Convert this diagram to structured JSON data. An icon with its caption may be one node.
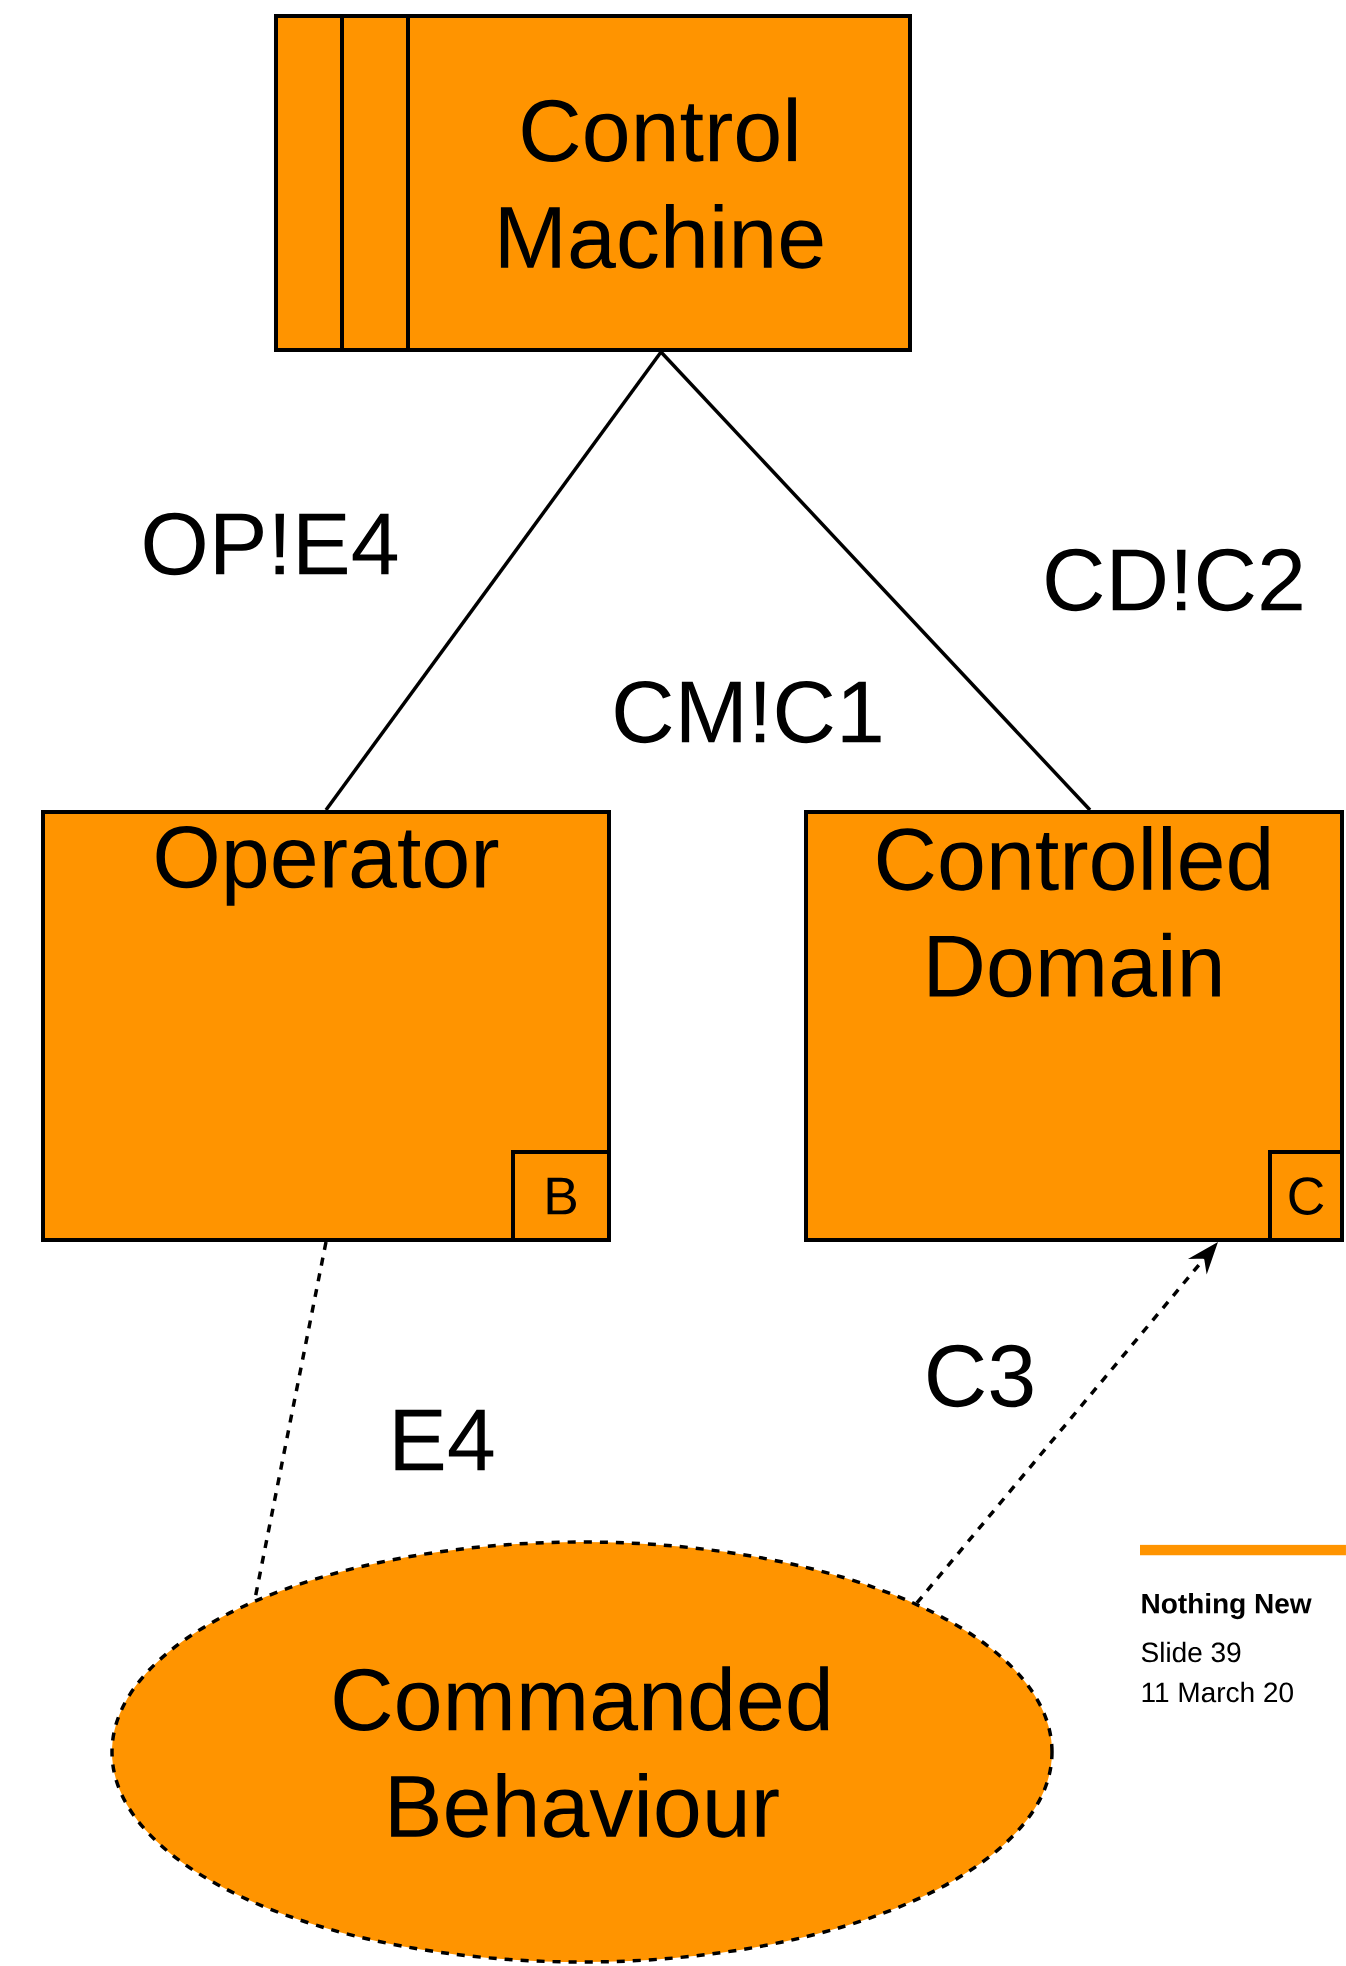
{
  "diagram": {
    "nodes": [
      {
        "text": [
          "Control Machine"
        ]
      },
      {
        "text": [
          "Operator"
        ]
      },
      {
        "text": [
          "B"
        ],
        "in": 1
      },
      {
        "text": [
          "Controlled Domain"
        ]
      },
      {
        "text": [
          "C"
        ],
        "in": 3
      },
      {
        "text": [
          "Commanded Behaviour"
        ]
      }
    ],
    "edges": [
      {
        "from": 0,
        "to": 1,
        "arrow": "none",
        "label": "OP!E4"
      },
      {
        "from": 0,
        "to": 3,
        "arrow": "none",
        "label": "CD!C2"
      },
      {
        "from": 1,
        "to": 5,
        "arrow": "none",
        "style": "dashed",
        "label": "E4"
      },
      {
        "from": 5,
        "to": 3,
        "arrow": "to",
        "style": "dashed",
        "label": "C3"
      }
    ],
    "labels": [
      "CM!C1",
      "Nothing New",
      "Slide 39",
      "11 March 20"
    ]
  }
}
